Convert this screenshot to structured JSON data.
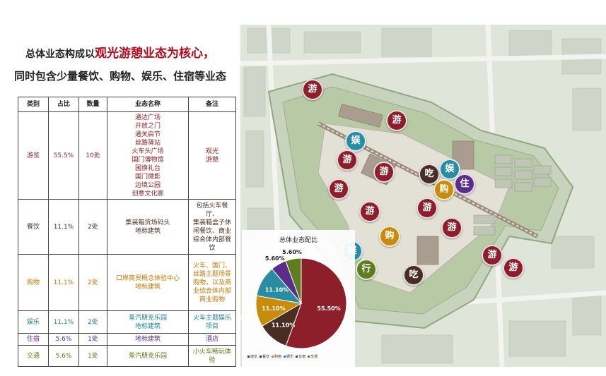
{
  "headline": {
    "line1_pre": "总体业态构成以",
    "line1_highlight": "观光游憩业态为核心，",
    "line2": "同时包含少量餐饮、购物、娱乐、住宿等业态"
  },
  "table": {
    "headers": [
      "类别",
      "占比",
      "数量",
      "业态名称",
      "备注"
    ],
    "rows": [
      {
        "category": "游览",
        "ratio": "55.5%",
        "count": "10处",
        "names": "通达广场\n开放之门\n通关启节\n丝路驿站\n火车头广场\n国门博物馆\n国旗礼台\n国门微影\n边境公园\n创意文化廊",
        "note": "观光\n游憩"
      },
      {
        "category": "餐饮",
        "ratio": "11.1%",
        "count": "2处",
        "names": "集装箱货场码头\n地标建筑",
        "note": "包括火车餐厅、\n集装箱盒子休\n闲餐饮、商业\n综合体内部餐\n饮"
      },
      {
        "category": "购物",
        "ratio": "11.1%",
        "count": "2处",
        "names": "口岸商贸概念体验中心\n地标建筑",
        "note": "火车、国门、\n丝路主题场景\n购物，以及商\n业综合体内部\n商业购物"
      },
      {
        "category": "娱乐",
        "ratio": "11.1%",
        "count": "2处",
        "names": "蒸汽朋克乐园\n地标建筑",
        "note": "火车主题娱乐\n项目"
      },
      {
        "category": "住宿",
        "ratio": "5.6%",
        "count": "1处",
        "names": "地标建筑",
        "note": "酒店"
      },
      {
        "category": "交通",
        "ratio": "5.6%",
        "count": "1处",
        "names": "蒸汽朋克乐园",
        "note": "小火车畅玩体\n验"
      }
    ]
  },
  "map_markers": [
    {
      "label": "游",
      "type": "tour"
    },
    {
      "label": "游",
      "type": "tour"
    },
    {
      "label": "娱",
      "type": "ent"
    },
    {
      "label": "游",
      "type": "tour"
    },
    {
      "label": "游",
      "type": "tour"
    },
    {
      "label": "吃",
      "type": "food"
    },
    {
      "label": "娱",
      "type": "ent"
    },
    {
      "label": "购",
      "type": "shop"
    },
    {
      "label": "住",
      "type": "stay"
    },
    {
      "label": "游",
      "type": "tour"
    },
    {
      "label": "游",
      "type": "tour"
    },
    {
      "label": "游",
      "type": "tour"
    },
    {
      "label": "游",
      "type": "tour"
    },
    {
      "label": "购",
      "type": "shop"
    },
    {
      "label": "娱",
      "type": "ent"
    },
    {
      "label": "行",
      "type": "tran"
    },
    {
      "label": "吃",
      "type": "food"
    },
    {
      "label": "游",
      "type": "tour"
    },
    {
      "label": "游",
      "type": "tour"
    }
  ],
  "colors": {
    "tour": "#8c1f2a",
    "food": "#4a2d22",
    "shop": "#c98b0a",
    "ent": "#2a8ca3",
    "stay": "#5b2d8a",
    "tran": "#5d7d1f"
  },
  "chart_data": {
    "type": "pie",
    "title": "总体业态配比",
    "categories": [
      "游览",
      "餐饮",
      "购物",
      "娱乐",
      "住宿",
      "交通"
    ],
    "values": [
      55.5,
      11.1,
      11.1,
      11.1,
      5.6,
      5.6
    ],
    "labels": [
      "55.50%",
      "11.10%",
      "11.10%",
      "11.10%",
      "5.60%",
      "5.60%"
    ],
    "colors": [
      "#8c1f2a",
      "#4a2d22",
      "#c98b0a",
      "#2a8ca3",
      "#5b2d8a",
      "#5d7d1f"
    ],
    "legend_position": "bottom"
  }
}
